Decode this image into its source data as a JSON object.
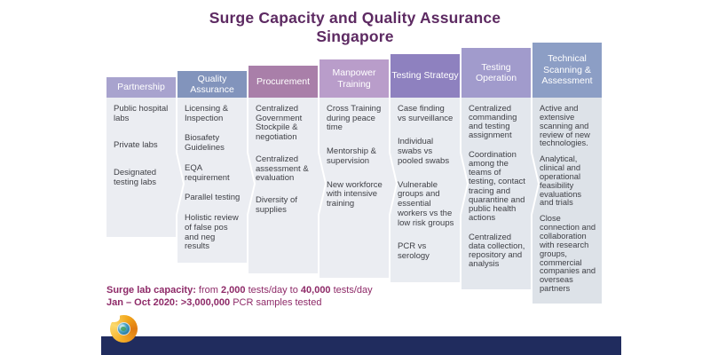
{
  "title": {
    "line1": "Surge Capacity and Quality Assurance",
    "line2": "Singapore"
  },
  "columns": [
    {
      "title": "Partnership",
      "header_color": "#a8a3ce",
      "body_color": "#ebedf2",
      "items": [
        "Public hospital labs",
        "Private labs",
        "Designated testing labs"
      ]
    },
    {
      "title": "Quality Assurance",
      "header_color": "#8294bc",
      "body_color": "#ebedf2",
      "items": [
        "Licensing & Inspection",
        "Biosafety Guidelines",
        "EQA requirement",
        "Parallel testing",
        "Holistic review of false pos and neg results"
      ]
    },
    {
      "title": "Procurement",
      "header_color": "#a97fa9",
      "body_color": "#ebedf2",
      "items": [
        "Centralized Government Stockpile & negotiation",
        "Centralized assessment & evaluation",
        "Diversity of supplies"
      ]
    },
    {
      "title": "Manpower Training",
      "header_color": "#b99dca",
      "body_color": "#ebedf2",
      "items": [
        "Cross Training during peace time",
        "Mentorship & supervision",
        "New workforce with intensive training"
      ]
    },
    {
      "title": "Testing Strategy",
      "header_color": "#8e81bf",
      "body_color": "#e9ecf1",
      "items": [
        "Case finding vs surveillance",
        "Individual swabs vs pooled swabs",
        "Vulnerable groups and essential workers vs the low risk groups",
        "PCR vs serology"
      ]
    },
    {
      "title": "Testing Operation",
      "header_color": "#a19bcc",
      "body_color": "#e3e7ed",
      "items": [
        "Centralized commanding and testing assignment",
        "Coordination among the teams of testing, contact tracing and quarantine and public health actions",
        "Centralized data collection, repository and analysis"
      ]
    },
    {
      "title": "Technical Scanning & Assessment",
      "header_color": "#8c9ec5",
      "body_color": "#dde2e8",
      "items": [
        "Active and extensive scanning and review of new technologies.",
        "Analytical, clinical and operational feasibility evaluations and trials",
        "Close connection and collaboration with research groups, commercial companies and overseas partners"
      ]
    }
  ],
  "caption": {
    "label1": "Surge lab capacity:",
    "l1_r1": " from ",
    "l1_v1": "2,000",
    "l1_r2": " tests/day to ",
    "l1_v2": "40,000",
    "l1_r3": " tests/day",
    "label2": "Jan – Oct 2020:",
    "l2_v1": " >3,000,000",
    "l2_r1": " PCR samples tested"
  },
  "footer": {
    "logo_icon": "globe-swirl-logo",
    "bar_color": "#202c5e"
  },
  "colors": {
    "title_text": "#5d2a62",
    "caption_text": "#8e2a68",
    "body_text": "#3f4046"
  }
}
